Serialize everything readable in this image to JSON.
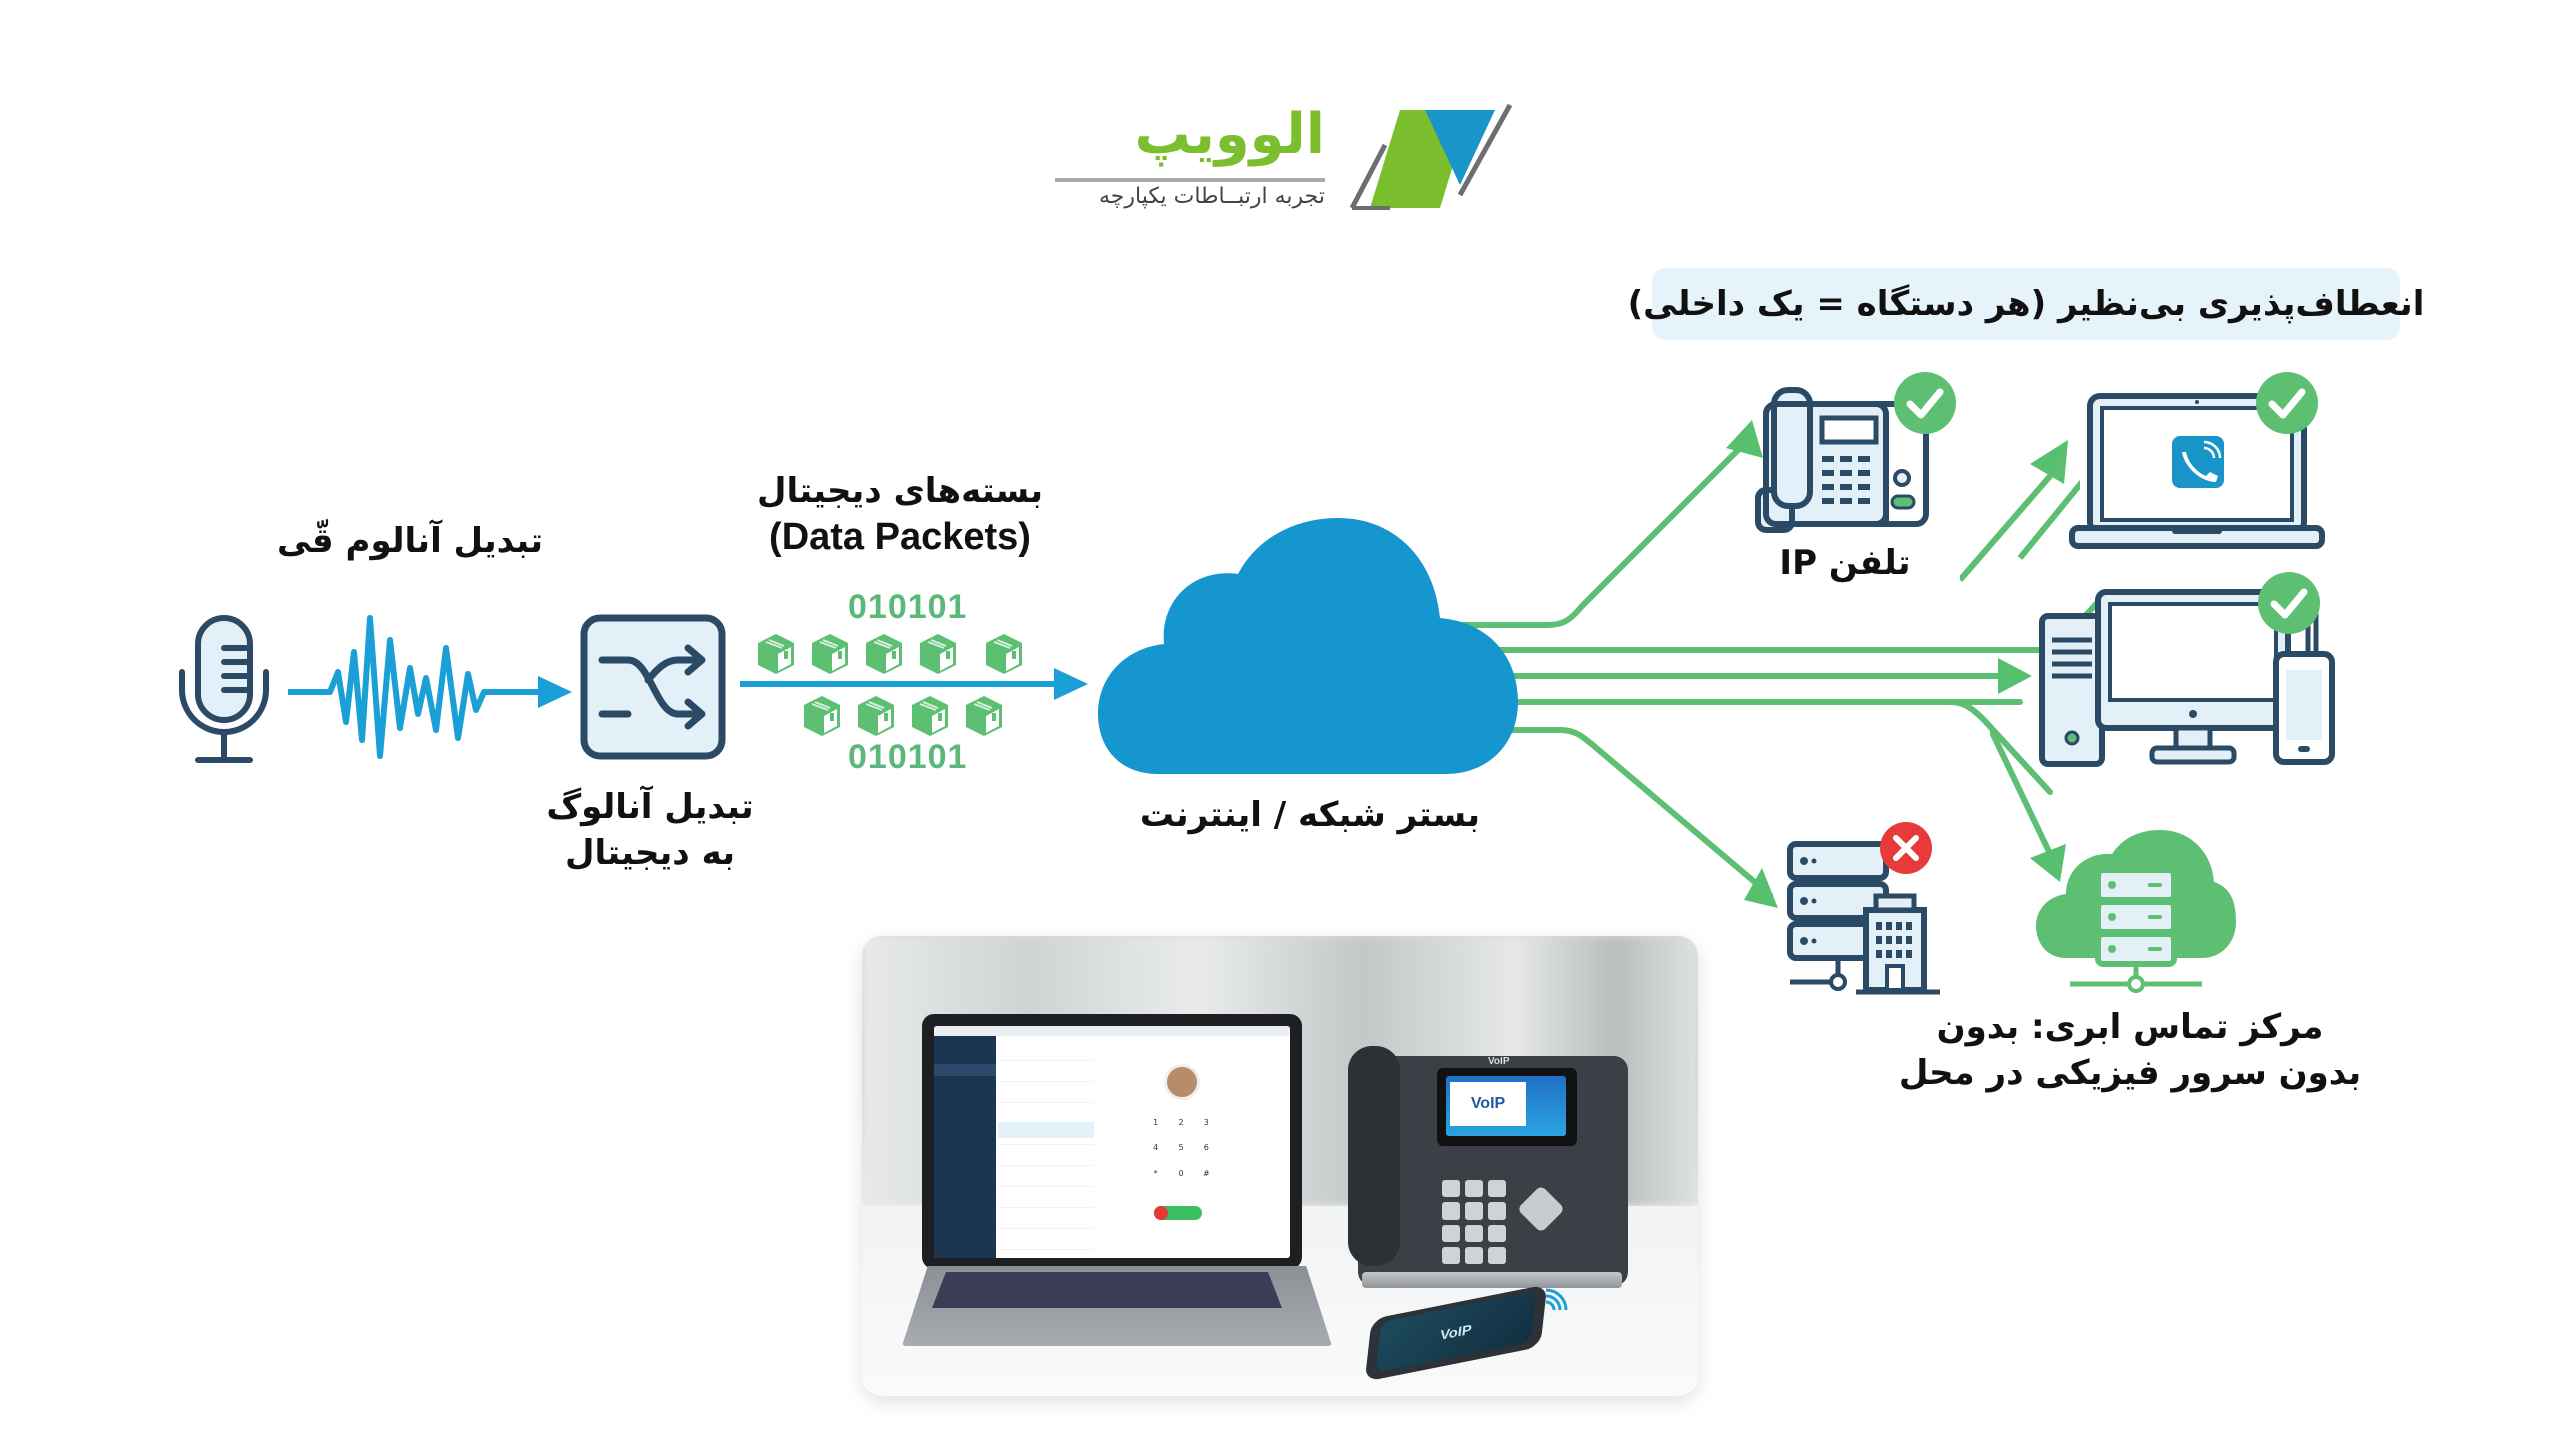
{
  "logo": {
    "brand_name": "الوویپ",
    "tagline": "تجربه ارتبــاطات یکپارچه",
    "colors": {
      "green": "#7cbf2e",
      "blue": "#1a95c9",
      "gray": "#6d6e71"
    }
  },
  "header_box": {
    "title": "انعطاف‌پذیری بی‌نظیر (هر دستگاه = یک داخلی)",
    "background": "#e6f3fa"
  },
  "flow": {
    "analog_label": "تبدیل آنالوم قّی",
    "converter_label_line1": "تبدیل آنالوگ",
    "converter_label_line2": "به دیجیتال",
    "packets_label_fa": "بسته‌های دیجیتال",
    "packets_label_en": "(Data Packets)",
    "binary_top": "010101",
    "binary_bottom": "010101",
    "packet_count_top": 5,
    "packet_count_bottom": 4,
    "cloud_label": "بستر شبکه / اینترنت"
  },
  "devices": [
    {
      "id": "ip-phone",
      "label": "تلفن IP",
      "status": "ok"
    },
    {
      "id": "laptop-softphone",
      "label": "",
      "status": "ok"
    },
    {
      "id": "desktop-mobile",
      "label": "",
      "status": "ok"
    },
    {
      "id": "onprem-server",
      "label": "",
      "status": "fail"
    },
    {
      "id": "cloud-server",
      "label_line1": "مرکز تماس ابری: بدون",
      "label_line2": "بدون سرور فیزیکی در محل",
      "status": "ok"
    }
  ],
  "photo": {
    "phone_screen_text": "VoIP",
    "deskphone_brand": "VoIP",
    "mobile_screen_text": "VoIP",
    "dialpad": [
      "1",
      "2",
      "3",
      "4",
      "5",
      "6",
      "*",
      "0",
      "#"
    ]
  },
  "colors": {
    "dark_navy": "#2b4a66",
    "icon_fill": "#e3f0f8",
    "cyan": "#1a9fd6",
    "cloud_blue": "#1596cf",
    "green": "#5cbf72",
    "green_arrow": "#57c06f",
    "red": "#e83a3a"
  }
}
